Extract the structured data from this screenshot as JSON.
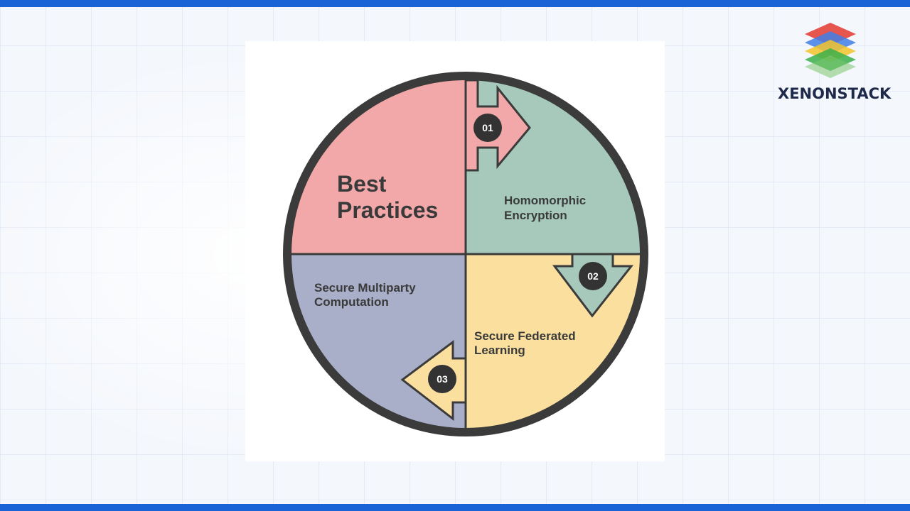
{
  "diagram": {
    "title_line1": "Best",
    "title_line2": "Practices",
    "q2_line1": "Homomorphic",
    "q2_line2": "Encryption",
    "q3_line1": "Secure Federated",
    "q3_line2": "Learning",
    "q4_line1": "Secure Multiparty",
    "q4_line2": "Computation",
    "step1": "01",
    "step2": "02",
    "step3": "03",
    "colors": {
      "best_practices": "#f2a8a8",
      "homomorphic": "#a6c9bc",
      "federated": "#fbdf9f",
      "multiparty": "#a9afc8",
      "outline": "#3b3b3b",
      "badge": "#333333"
    }
  },
  "brand": {
    "name": "XENONSTACK",
    "logo_icon": "layered-stack-logo"
  }
}
